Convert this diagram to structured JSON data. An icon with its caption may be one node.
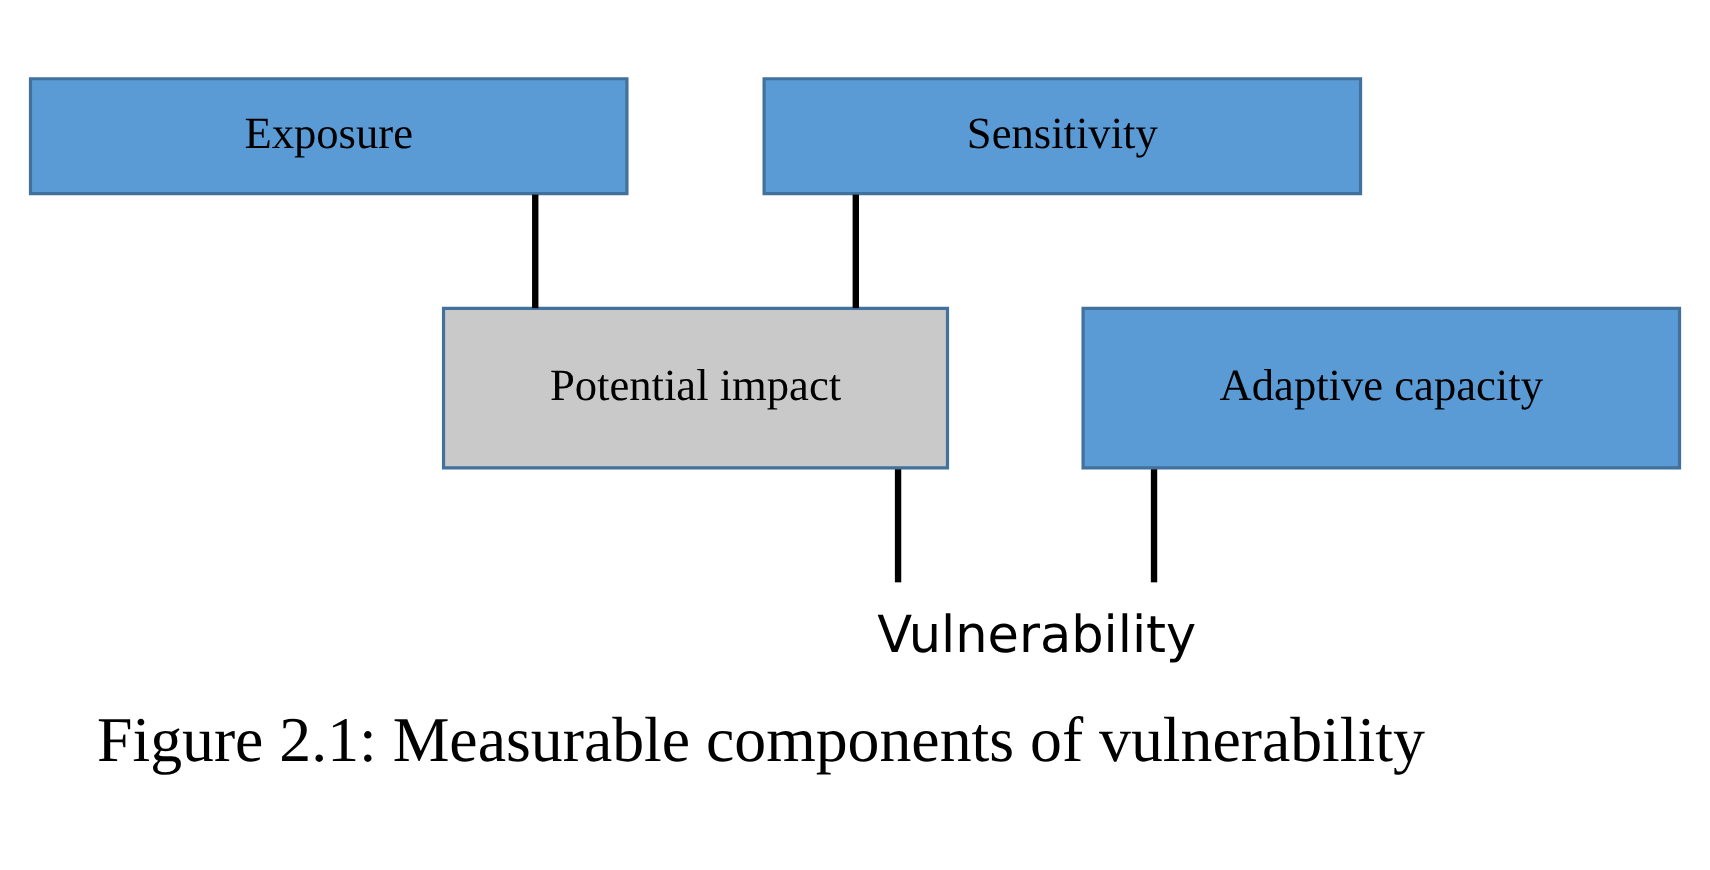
{
  "diagram": {
    "caption": "Figure 2.1: Measurable components of vulnerability",
    "nodes": [
      {
        "text": [
          "Exposure"
        ]
      },
      {
        "text": [
          "Sensitivity"
        ]
      },
      {
        "text": [
          "Potential impact"
        ]
      },
      {
        "text": [
          "Adaptive capacity"
        ]
      },
      {
        "text": [
          "Vulnerability"
        ]
      }
    ],
    "edges": [
      {
        "from": 0,
        "to": 2,
        "arrow": "none"
      },
      {
        "from": 1,
        "to": 2,
        "arrow": "none"
      },
      {
        "from": 2,
        "to": 4,
        "arrow": "none"
      },
      {
        "from": 3,
        "to": 4,
        "arrow": "none"
      }
    ]
  }
}
